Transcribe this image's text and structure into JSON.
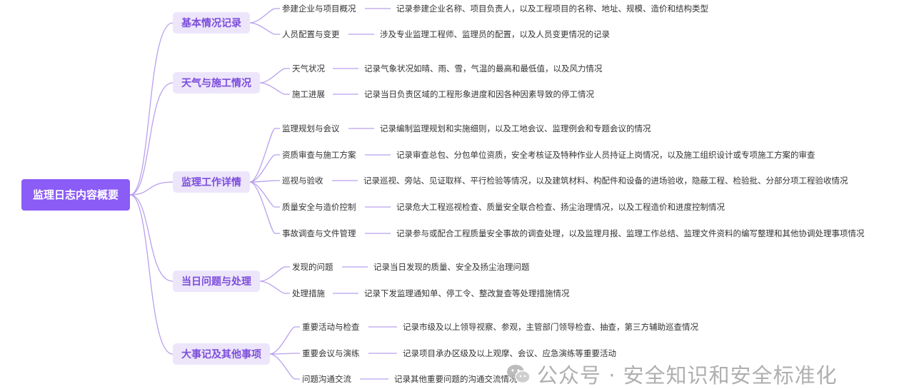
{
  "root": {
    "label": "监理日志内容概要"
  },
  "branches": [
    {
      "label": "基本情况记录",
      "items": [
        {
          "label": "参建企业与项目概况",
          "desc": "记录参建企业名称、项目负责人，以及工程项目的名称、地址、规模、造价和结构类型"
        },
        {
          "label": "人员配置与变更",
          "desc": "涉及专业监理工程师、监理员的配置，以及人员变更情况的记录"
        }
      ]
    },
    {
      "label": "天气与施工情况",
      "items": [
        {
          "label": "天气状况",
          "desc": "记录气象状况如晴、雨、雪，气温的最高和最低值，以及风力情况"
        },
        {
          "label": "施工进展",
          "desc": "记录当日负责区域的工程形象进度和因各种因素导致的停工情况"
        }
      ]
    },
    {
      "label": "监理工作详情",
      "items": [
        {
          "label": "监理规划与会议",
          "desc": "记录编制监理规划和实施细则，以及工地会议、监理例会和专题会议的情况"
        },
        {
          "label": "资质审查与施工方案",
          "desc": "记录审查总包、分包单位资质，安全考核证及特种作业人员持证上岗情况，以及施工组织设计或专项施工方案的审查"
        },
        {
          "label": "巡视与验收",
          "desc": "记录巡视、旁站、见证取样、平行检验等情况，以及建筑材料、构配件和设备的进场验收，隐蔽工程、检验批、分部分项工程验收情况"
        },
        {
          "label": "质量安全与造价控制",
          "desc": "记录危大工程巡视检查、质量安全联合检查、扬尘治理情况，以及工程造价和进度控制情况"
        },
        {
          "label": "事故调查与文件管理",
          "desc": "记录参与或配合工程质量安全事故的调查处理，以及监理月报、监理工作总结、监理文件资料的编写整理和其他协调处理事项情况"
        }
      ]
    },
    {
      "label": "当日问题与处理",
      "items": [
        {
          "label": "发现的问题",
          "desc": "记录当日发现的质量、安全及扬尘治理问题"
        },
        {
          "label": "处理措施",
          "desc": "记录下发监理通知单、停工令、整改复查等处理措施情况"
        }
      ]
    },
    {
      "label": "大事记及其他事项",
      "items": [
        {
          "label": "重要活动与检查",
          "desc": "记录市级及以上领导视察、参观，主管部门领导检查、抽查，第三方辅助巡查情况"
        },
        {
          "label": "重要会议与演练",
          "desc": "记录项目承办区级及以上观摩、会议、应急演练等重要活动"
        },
        {
          "label": "问题沟通交流",
          "desc": "记录其他重要问题的沟通交流情况"
        }
      ]
    }
  ],
  "watermark": {
    "icon": "wechat-icon",
    "text": "公众号 · 安全知识和安全标准化"
  },
  "colors": {
    "accent": "#8b5cf6",
    "branch_bg": "#ede6fb",
    "branch_text": "#7c4ddb",
    "line": "#b9a0ee"
  }
}
